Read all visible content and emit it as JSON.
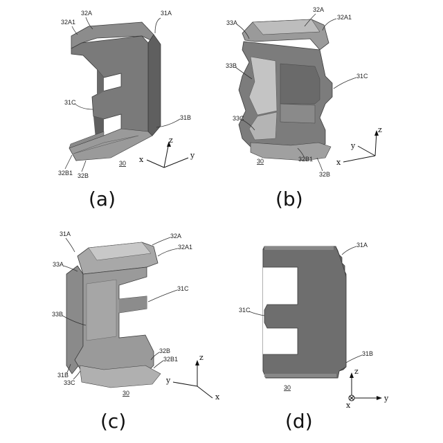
{
  "panels": [
    {
      "id": "a",
      "caption": "(a)",
      "ref": "30",
      "labels": [
        "32A1",
        "32A",
        "31A",
        "31C",
        "31B",
        "32B1",
        "32B"
      ],
      "axes": {
        "x": "x",
        "y": "y",
        "z": "z"
      }
    },
    {
      "id": "b",
      "caption": "(b)",
      "ref": "30",
      "labels": [
        "32A",
        "32A1",
        "33A",
        "33B",
        "31C",
        "33C",
        "32B1",
        "32B"
      ],
      "axes": {
        "x": "x",
        "y": "y",
        "z": "z"
      }
    },
    {
      "id": "c",
      "caption": "(c)",
      "ref": "30",
      "labels": [
        "31A",
        "32A",
        "32A1",
        "33A",
        "31C",
        "33B",
        "32B",
        "32B1",
        "31B",
        "33C"
      ],
      "axes": {
        "x": "x",
        "y": "y",
        "z": "z"
      }
    },
    {
      "id": "d",
      "caption": "(d)",
      "ref": "30",
      "labels": [
        "31A",
        "31C",
        "31B"
      ],
      "axes": {
        "x": "x",
        "y": "y",
        "z": "z"
      }
    }
  ],
  "colors": {
    "body": "#7a7a7a",
    "body_dark": "#5e5e5e",
    "body_light": "#a4a4a4",
    "highlight": "#c4c4c4",
    "edge": "#3a3a3a"
  }
}
